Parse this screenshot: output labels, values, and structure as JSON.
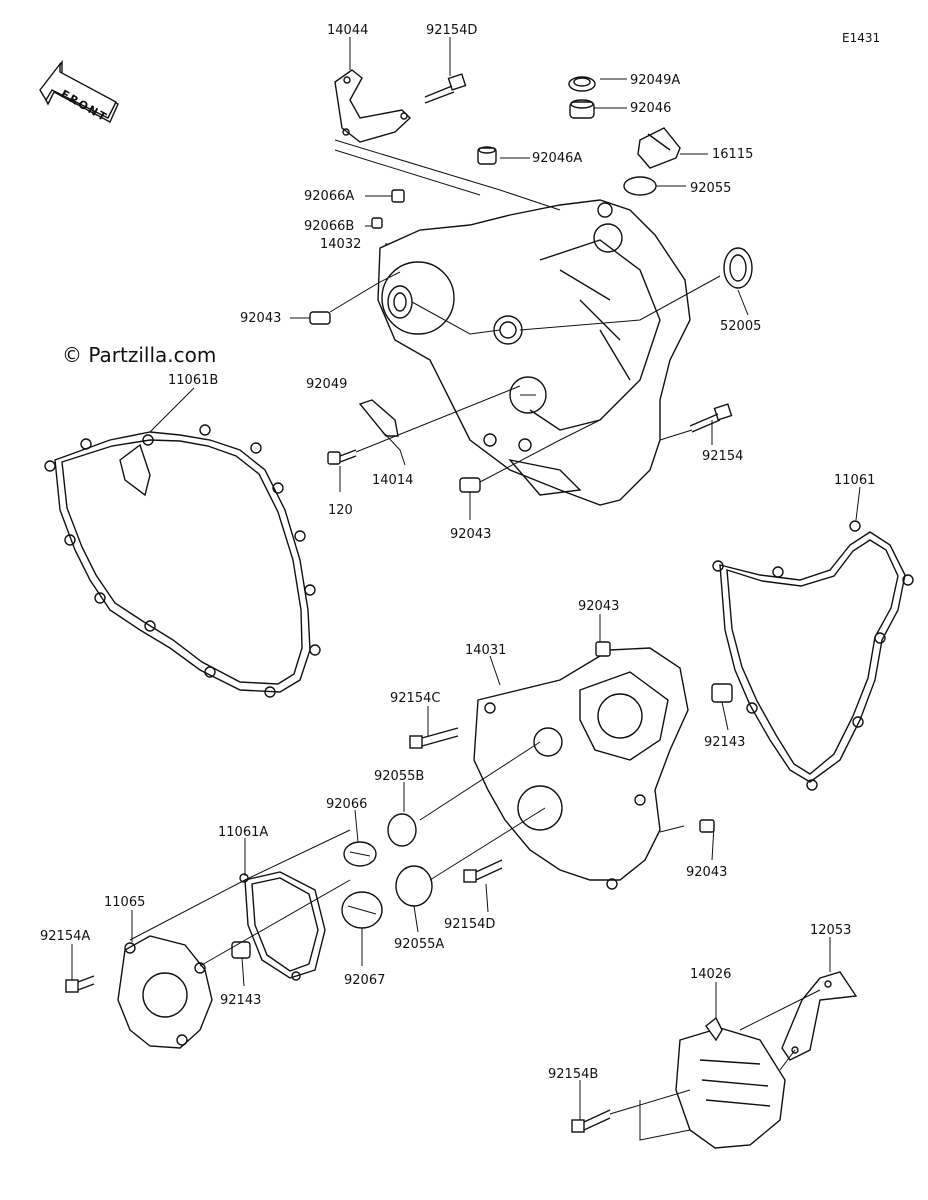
{
  "diagram_code": "E1431",
  "watermark": "© Partzilla.com",
  "front_label": "FRONT",
  "parts": {
    "p14044": "14044",
    "p92154D_top": "92154D",
    "p92049A": "92049A",
    "p92046": "92046",
    "p92046A": "92046A",
    "p16115": "16115",
    "p92055": "92055",
    "p92066A": "92066A",
    "p92066B": "92066B",
    "p14032": "14032",
    "p92043_a": "92043",
    "p52005": "52005",
    "p11061B": "11061B",
    "p92049": "92049",
    "p92154_right": "92154",
    "p14014": "14014",
    "p120": "120",
    "p92043_b": "92043",
    "p11061": "11061",
    "p92043_c": "92043",
    "p14031": "14031",
    "p92154C": "92154C",
    "p92143_right": "92143",
    "p92055B": "92055B",
    "p92066": "92066",
    "p11061A": "11061A",
    "p92043_d": "92043",
    "p11065": "11065",
    "p92154D_mid": "92154D",
    "p92154A": "92154A",
    "p92143_left": "92143",
    "p92067": "92067",
    "p92055A": "92055A",
    "p12053": "12053",
    "p14026": "14026",
    "p92154B": "92154B"
  }
}
